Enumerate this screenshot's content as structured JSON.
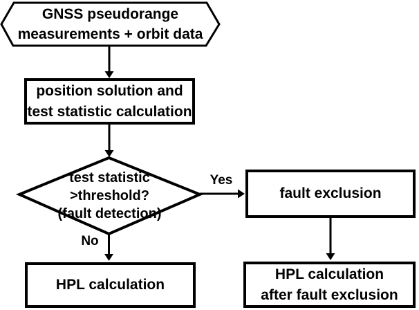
{
  "flowchart": {
    "colors": {
      "background": "#ffffff",
      "stroke": "#000000",
      "text": "#000000"
    },
    "nodes": {
      "input_hexagon": {
        "line1": "GNSS pseudorange",
        "line2": "measurements + orbit data"
      },
      "position_solution_box": {
        "line1": "position solution and",
        "line2": "test statistic calculation"
      },
      "decision_diamond": {
        "line1": "test statistic",
        "line2": ">threshold?",
        "line3": "(fault detection)"
      },
      "fault_exclusion_box": {
        "line1": "fault exclusion"
      },
      "hpl_box": {
        "line1": "HPL calculation"
      },
      "hpl_after_box": {
        "line1": "HPL calculation",
        "line2": "after fault exclusion"
      }
    },
    "edge_labels": {
      "yes": "Yes",
      "no": "No"
    }
  }
}
